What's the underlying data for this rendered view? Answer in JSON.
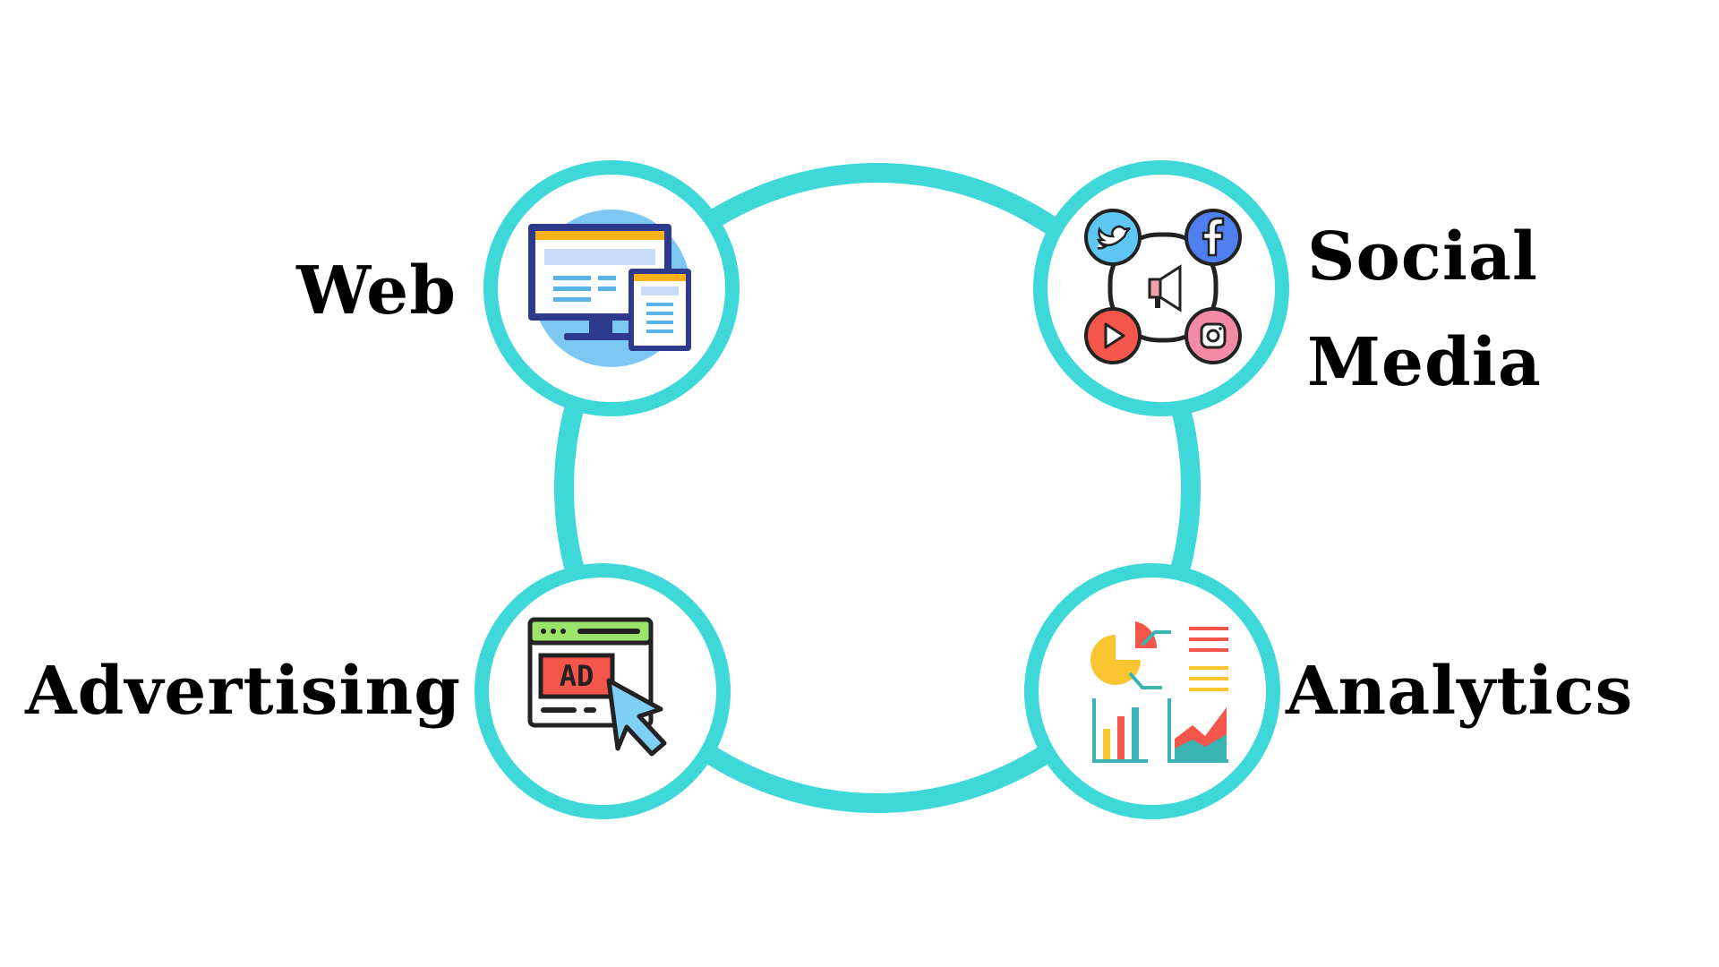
{
  "diagram": {
    "nodes": [
      {
        "id": "web",
        "label": "Web",
        "icon": "responsive-devices-icon"
      },
      {
        "id": "social",
        "label_lines": [
          "Social",
          "Media"
        ],
        "icon": "social-media-network-icon"
      },
      {
        "id": "advertising",
        "label": "Advertising",
        "icon": "ad-click-icon"
      },
      {
        "id": "analytics",
        "label": "Analytics",
        "icon": "analytics-charts-icon"
      }
    ],
    "colors": {
      "ring": "#3fd8d8",
      "background": "#ffffff",
      "text": "#000000",
      "accent_red": "#f4564b",
      "accent_blue": "#4f8df5",
      "accent_yellow": "#fbc531",
      "accent_green": "#9be36b",
      "accent_navy": "#2e3a8c"
    }
  }
}
